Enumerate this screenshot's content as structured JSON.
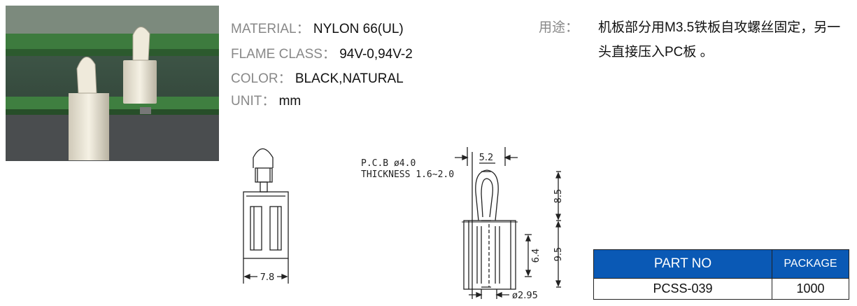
{
  "specs": {
    "material": {
      "label": "MATERIAL：",
      "value": "NYLON 66(UL)"
    },
    "flame_class": {
      "label": "FLAME CLASS：",
      "value": "94V-0,94V-2"
    },
    "color": {
      "label": "COLOR：",
      "value": "BLACK,NATURAL"
    },
    "unit": {
      "label": "UNIT：",
      "value": "mm"
    }
  },
  "usage": {
    "label": "用途：",
    "text": "机板部分用M3.5铁板自攻螺丝固定，另一头直接压入PC板 。"
  },
  "drawing": {
    "width_label": "7.8",
    "top_width_label": "5.2",
    "pcb_label": "P.C.B  ø4.0",
    "thickness_label": "THICKNESS  1.6~2.0",
    "height_upper": "8.5",
    "height_lower": "9.5",
    "inner_height": "6.4",
    "bottom_dia": "ø2.95"
  },
  "table": {
    "headers": [
      "PART NO",
      "PACKAGE"
    ],
    "rows": [
      [
        "PCSS-039",
        "1000"
      ]
    ]
  },
  "colors": {
    "header_blue": "#0a59b5"
  }
}
